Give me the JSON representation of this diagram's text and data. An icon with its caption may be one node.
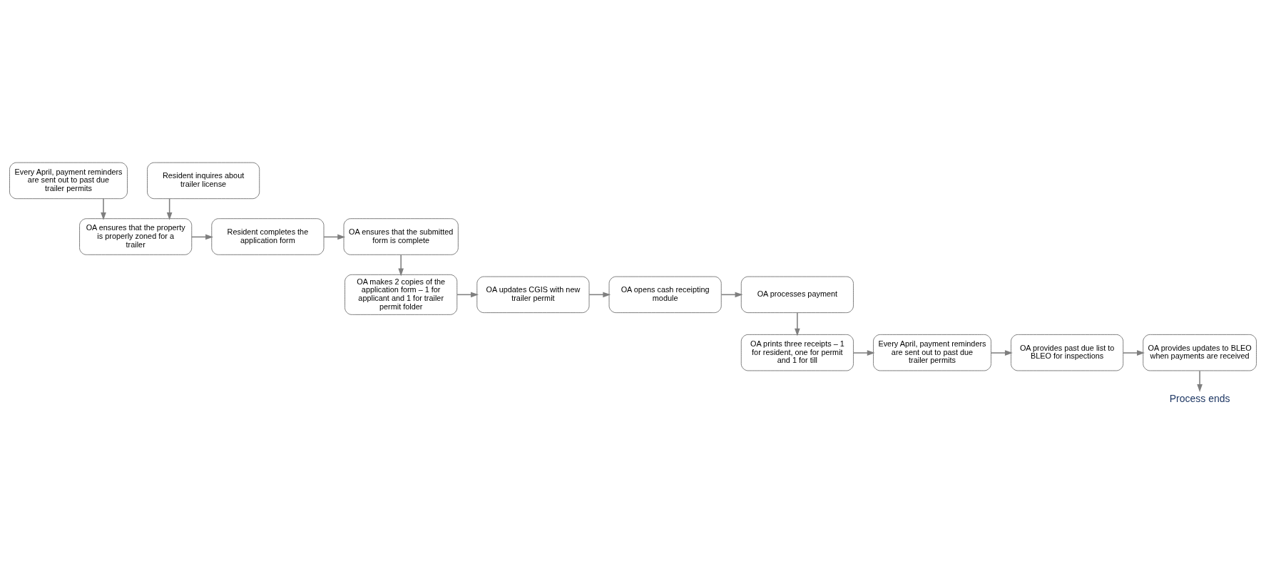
{
  "diagram": {
    "nodes": [
      {
        "text": [
          "Every April, payment reminders are sent out to past due trailer permits"
        ]
      },
      {
        "text": [
          "Resident inquires about trailer license"
        ]
      },
      {
        "text": [
          "OA ensures that the property is properly zoned for a trailer"
        ]
      },
      {
        "text": [
          "Resident completes the application form"
        ]
      },
      {
        "text": [
          "OA ensures that the submitted form is complete"
        ]
      },
      {
        "text": [
          "OA makes 2 copies of the application form – 1 for applicant and 1 for trailer permit folder"
        ]
      },
      {
        "text": [
          "OA updates CGIS with new trailer permit"
        ]
      },
      {
        "text": [
          "OA opens cash receipting module"
        ]
      },
      {
        "text": [
          "OA processes payment"
        ]
      },
      {
        "text": [
          "OA prints three receipts – 1 for resident, one for permit and 1 for till"
        ]
      },
      {
        "text": [
          "Every April, payment reminders are sent out to past due trailer permits"
        ]
      },
      {
        "text": [
          "OA provides past due list to BLEO for inspections"
        ]
      },
      {
        "text": [
          "OA provides updates to BLEO when payments are received"
        ]
      },
      {
        "text": [
          "Process ends"
        ]
      }
    ],
    "edges": [
      {
        "from": 0,
        "to": 2,
        "arrow": "to"
      },
      {
        "from": 1,
        "to": 2,
        "arrow": "to"
      },
      {
        "from": 2,
        "to": 3,
        "arrow": "to"
      },
      {
        "from": 3,
        "to": 4,
        "arrow": "to"
      },
      {
        "from": 4,
        "to": 5,
        "arrow": "to"
      },
      {
        "from": 5,
        "to": 6,
        "arrow": "to"
      },
      {
        "from": 6,
        "to": 7,
        "arrow": "to"
      },
      {
        "from": 7,
        "to": 8,
        "arrow": "to"
      },
      {
        "from": 8,
        "to": 9,
        "arrow": "to"
      },
      {
        "from": 9,
        "to": 10,
        "arrow": "to"
      },
      {
        "from": 10,
        "to": 11,
        "arrow": "to"
      },
      {
        "from": 11,
        "to": 12,
        "arrow": "to"
      },
      {
        "from": 12,
        "to": 13,
        "arrow": "to"
      }
    ]
  }
}
